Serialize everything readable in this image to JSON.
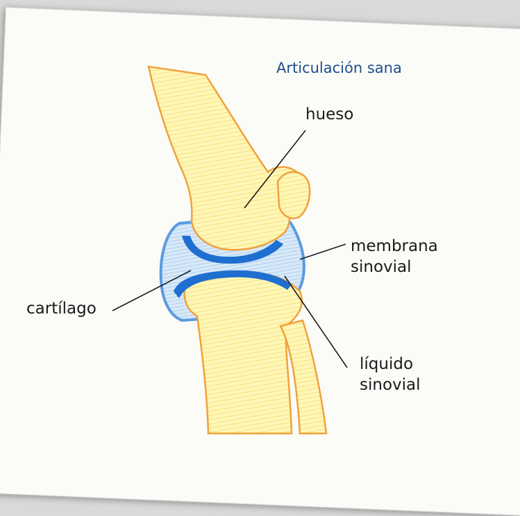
{
  "title": "Articulación sana",
  "labels": {
    "bone": "hueso",
    "membrane": "membrana\nsinovial",
    "cartilage": "cartílago",
    "fluid": "líquido\nsinovial"
  },
  "colors": {
    "bone_fill": "#fff3a8",
    "bone_stroke": "#f0a23a",
    "cartilage": "#1e6fd0",
    "membrane": "#7aaee8",
    "fluid": "#cfe4f7",
    "title": "#1f4e8c"
  }
}
